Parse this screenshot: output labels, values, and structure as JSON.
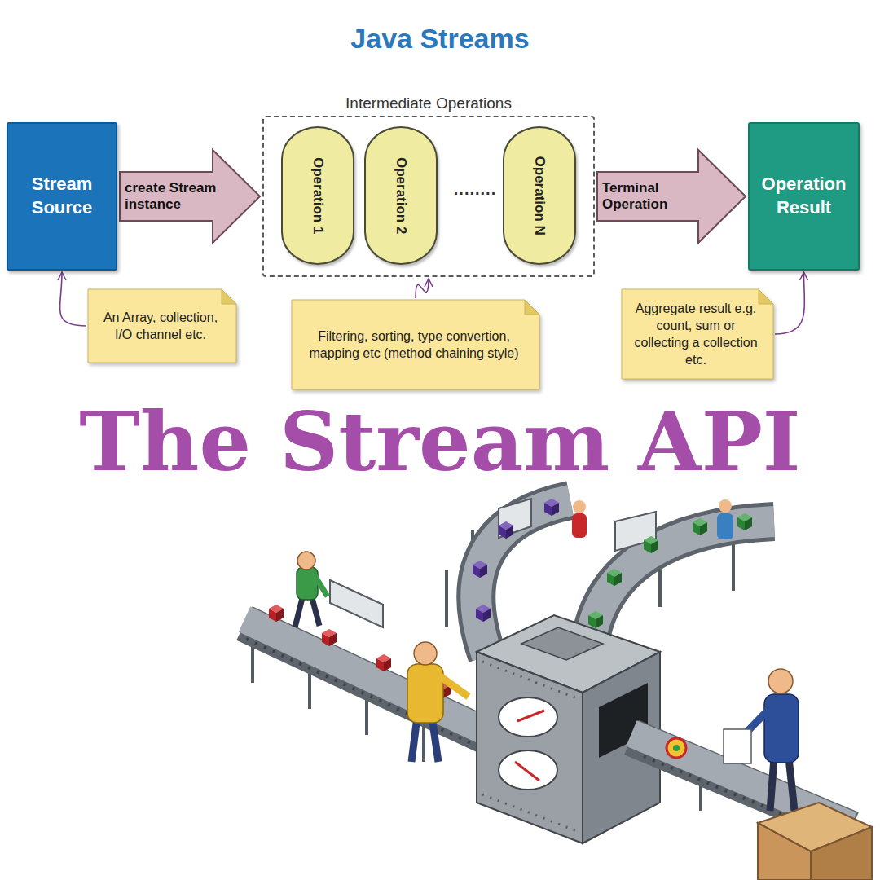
{
  "diagram": {
    "title": "Java Streams",
    "nodes": [
      {
        "text": [
          "Stream Source"
        ]
      },
      {
        "text": [
          "Intermediate Operations"
        ]
      },
      {
        "text": [
          "Operation 1"
        ],
        "in": 1
      },
      {
        "text": [
          "Operation 2"
        ],
        "in": 1
      },
      {
        "text": [
          "Operation N"
        ],
        "in": 1
      },
      {
        "text": [
          "Operation Result"
        ]
      },
      {
        "text": [
          "An Array, collection, I/O channel etc."
        ]
      },
      {
        "text": [
          "Filtering, sorting, type convertion, mapping etc (method chaining style)"
        ]
      },
      {
        "text": [
          "Aggregate result e.g. count, sum or collecting a collection etc."
        ]
      }
    ],
    "edges": [
      {
        "from": 0,
        "to": 1,
        "label": "create Stream instance",
        "arrow": "to"
      },
      {
        "from": 1,
        "to": 5,
        "label": "Terminal Operation",
        "arrow": "to"
      },
      {
        "from": 6,
        "to": 0,
        "arrow": "to"
      },
      {
        "from": 7,
        "to": 1,
        "arrow": "to"
      },
      {
        "from": 8,
        "to": 5,
        "arrow": "to"
      }
    ],
    "labels": [
      "........",
      "The Stream API"
    ]
  }
}
